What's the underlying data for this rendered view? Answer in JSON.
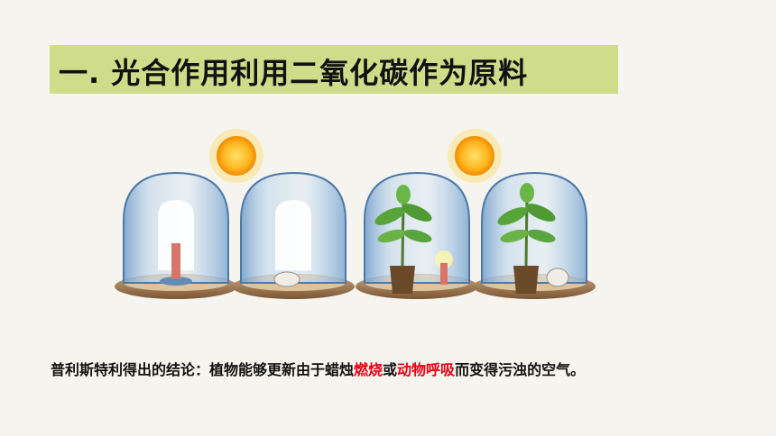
{
  "title": "一. 光合作用利用二氧化碳作为原料",
  "conclusion": {
    "prefix": "普利斯特利得出的结论：植物能够更新由于蜡烛",
    "highlight1": "燃烧",
    "connector": "或",
    "highlight2": "动物呼吸",
    "suffix": "而变得污浊的空气。",
    "highlight_color": "#e60012"
  },
  "figure": {
    "panels": [
      {
        "sun": true,
        "plant": false,
        "candle": true,
        "mouse": false
      },
      {
        "sun": false,
        "plant": false,
        "candle": false,
        "mouse": true
      },
      {
        "sun": false,
        "plant": true,
        "candle": true,
        "mouse": false
      },
      {
        "sun": true,
        "plant": true,
        "candle": false,
        "mouse": true
      }
    ]
  }
}
